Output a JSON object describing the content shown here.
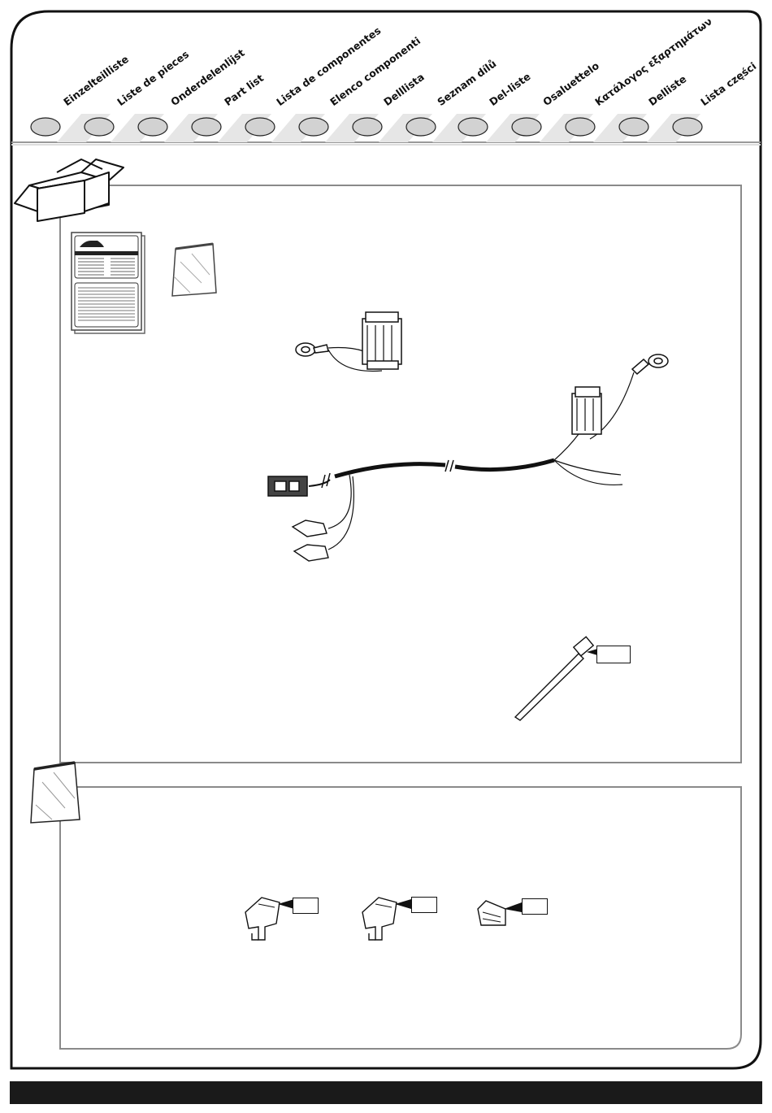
{
  "languages": [
    {
      "label": "Einzelteilliste"
    },
    {
      "label": "Liste de pieces"
    },
    {
      "label": "Onderdelenlijst"
    },
    {
      "label": "Part list"
    },
    {
      "label": "Lista de componentes"
    },
    {
      "label": "Elenco componenti"
    },
    {
      "label": "Delllista"
    },
    {
      "label": "Seznam dílů"
    },
    {
      "label": "Del-liste"
    },
    {
      "label": "Osaluettelo"
    },
    {
      "label": "Κατάλογος εξαρτημάτων"
    },
    {
      "label": "Delliste"
    },
    {
      "label": "Lista części"
    }
  ],
  "colors": {
    "frame": "#111111",
    "panel_border": "#8a8a8a",
    "tab_circle_fill": "#d2d2d2",
    "footer_bar": "#1a1a1a"
  },
  "icons": {
    "box": "box-icon",
    "bag": "parts-bag-icon",
    "manual": "instruction-manual-icon"
  }
}
